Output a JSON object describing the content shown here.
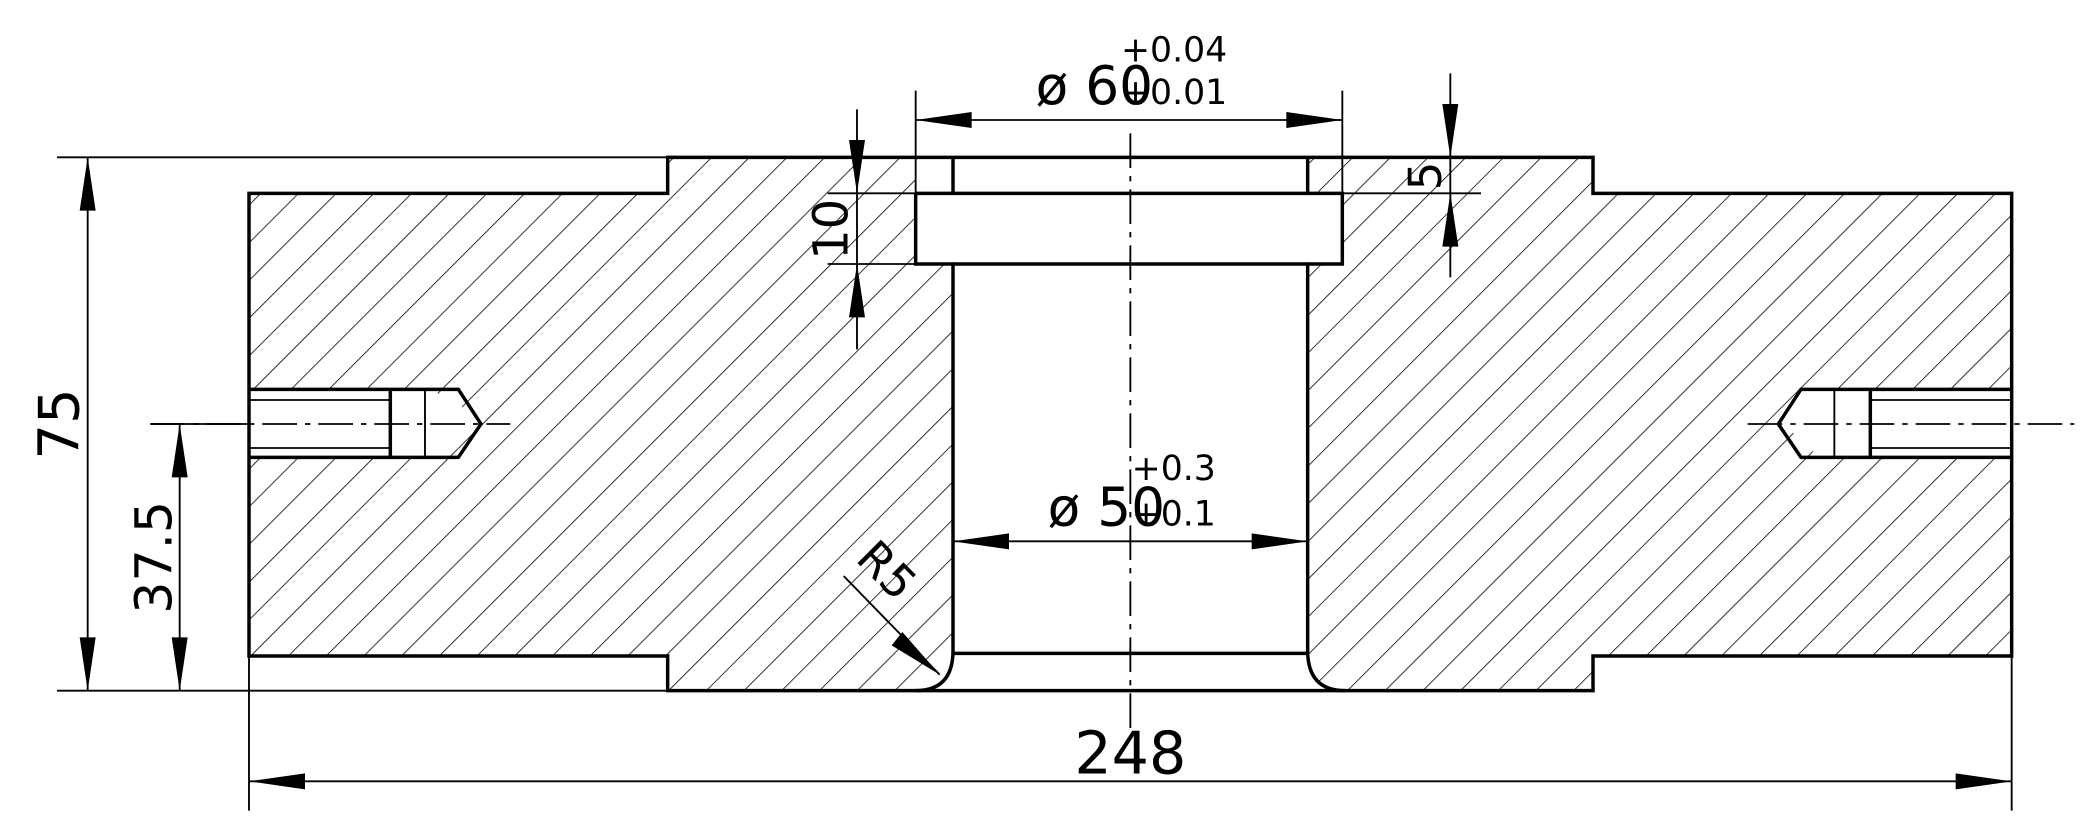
{
  "drawing": {
    "overall_length": "248",
    "height": "75",
    "half_height": "37.5",
    "counterbore_depth": "10",
    "step_height": "5",
    "fillet_radius": "R5",
    "bore_upper": {
      "symbol": "ø",
      "nominal": "60",
      "tol_upper": "+0.04",
      "tol_lower": "+0.01"
    },
    "bore_lower": {
      "symbol": "ø",
      "nominal": "50",
      "tol_upper": "+0.3",
      "tol_lower": "+0.1"
    }
  }
}
